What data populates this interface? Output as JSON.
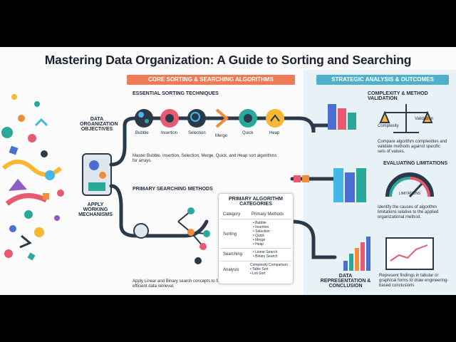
{
  "title": "Mastering Data Organization: A Guide to Sorting and Searching",
  "banners": {
    "core": "CORE SORTING & SEARCHING ALGORITHMS",
    "strategic": "STRATEGIC ANALYSIS & OUTCOMES"
  },
  "left": {
    "objectives": "DATA ORGANIZATION OBJECTIVES",
    "mechanisms": "APPLY WORKING MECHANISMS"
  },
  "sorting": {
    "heading": "ESSENTIAL SORTING TECHNIQUES",
    "techniques": [
      "Bubble",
      "Insertion",
      "Selection",
      "Merge",
      "Quick",
      "Heap"
    ],
    "description": "Master Bubble, Insertion, Selection, Merge, Quick, and Heap sort algorithms for arrays."
  },
  "searching": {
    "heading": "PRIMARY SEARCHING METHODS",
    "description": "Apply Linear and Binary search concepts to facilitate efficient data retrieval."
  },
  "categories": {
    "title": "PRIMARY ALGORITHM CATEGORIES",
    "col_category": "Category",
    "col_methods": "Primary Methods",
    "rows": [
      {
        "category": "Sorting",
        "methods": [
          "• Bubble",
          "• Insertion",
          "• Selection",
          "• Quick",
          "• Merge",
          "• Heap"
        ]
      },
      {
        "category": "Searching",
        "methods": [
          "• Linear Search",
          "• Binary Search"
        ]
      },
      {
        "category": "Analysis",
        "methods": [
          "Complexity Comparison",
          "• Table Sort",
          "• List Sort"
        ]
      }
    ]
  },
  "strategic": {
    "complexity_heading": "COMPLEXITY & METHOD VALIDATION",
    "scale_left": "Complexity",
    "scale_right": "Validation",
    "complexity_text": "Compare algorithm complexities and validate methods against specific sets of values.",
    "limits_heading": "EVALUATING LIMITATIONS",
    "gauge_label": "LIMITATIONS",
    "limits_text": "Identify the causes of algorithm limitations relative to the applied organizational method.",
    "repr_heading": "DATA REPRESENTATION & CONCLUSION",
    "repr_text": "Represent findings in tabular or graphical forms to draw engineering-based conclusions"
  },
  "colors": {
    "core_banner": "#ef7a55",
    "strategic_banner": "#4fb0cc",
    "strategic_panel": "#e8f1f6",
    "pipe": "#2b3a4a",
    "accent_teal": "#2aa89a",
    "accent_orange": "#f28c38"
  }
}
